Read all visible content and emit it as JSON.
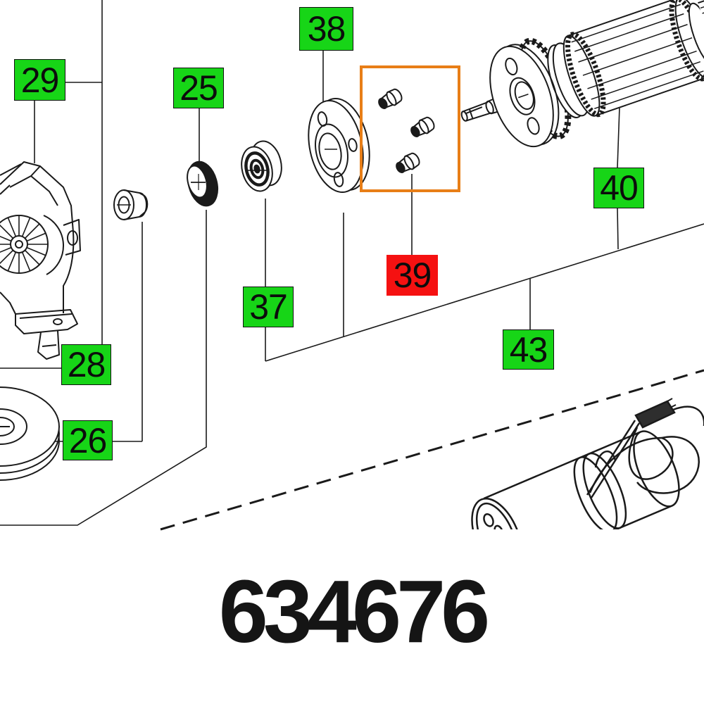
{
  "part_number": "634676",
  "labels": [
    {
      "id": "29",
      "text": "29",
      "type": "green"
    },
    {
      "id": "25",
      "text": "25",
      "type": "green"
    },
    {
      "id": "38",
      "text": "38",
      "type": "green"
    },
    {
      "id": "40",
      "text": "40",
      "type": "green"
    },
    {
      "id": "37",
      "text": "37",
      "type": "green"
    },
    {
      "id": "28",
      "text": "28",
      "type": "green"
    },
    {
      "id": "26",
      "text": "26",
      "type": "green"
    },
    {
      "id": "43",
      "text": "43",
      "type": "green"
    },
    {
      "id": "39",
      "text": "39",
      "type": "red"
    }
  ],
  "highlight": {
    "linked_label": "39"
  },
  "colors": {
    "label_green": "#17d517",
    "label_red": "#f51111",
    "highlight_orange": "#e87e17",
    "line_art": "#1a1a1a",
    "background": "#ffffff"
  }
}
